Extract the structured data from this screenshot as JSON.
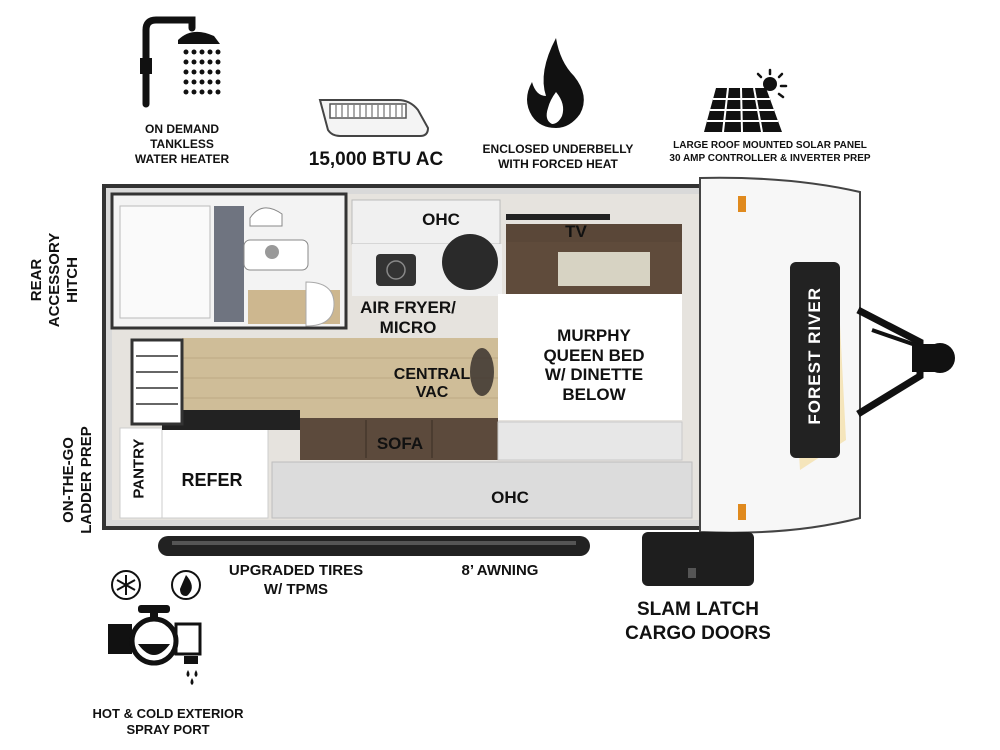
{
  "features": {
    "water_heater": "ON DEMAND\nTANKLESS\nWATER HEATER",
    "ac": "15,000 BTU AC",
    "underbelly": "ENCLOSED UNDERBELLY\nWITH FORCED HEAT",
    "solar": "LARGE ROOF MOUNTED SOLAR PANEL\n30 AMP CONTROLLER & INVERTER PREP",
    "rear_hitch": "REAR\nACCESSORY\nHITCH",
    "ladder_prep": "ON-THE-GO\nLADDER PREP",
    "tires": "UPGRADED TIRES\nW/ TPMS",
    "awning": "8’ AWNING",
    "cargo_doors": "SLAM LATCH\nCARGO DOORS",
    "spray_port": "HOT & COLD EXTERIOR\nSPRAY PORT"
  },
  "floorplan": {
    "ohc_top": "OHC",
    "tv": "TV",
    "air_fryer": "AIR FRYER/\nMICRO",
    "central_vac": "CENTRAL\nVAC",
    "murphy_bed": "MURPHY\nQUEEN BED\nW/ DINETTE\nBELOW",
    "sofa": "SOFA",
    "pantry": "PANTRY",
    "refer": "REFER",
    "ohc_bottom": "OHC",
    "brand": "FOREST RIVER"
  }
}
